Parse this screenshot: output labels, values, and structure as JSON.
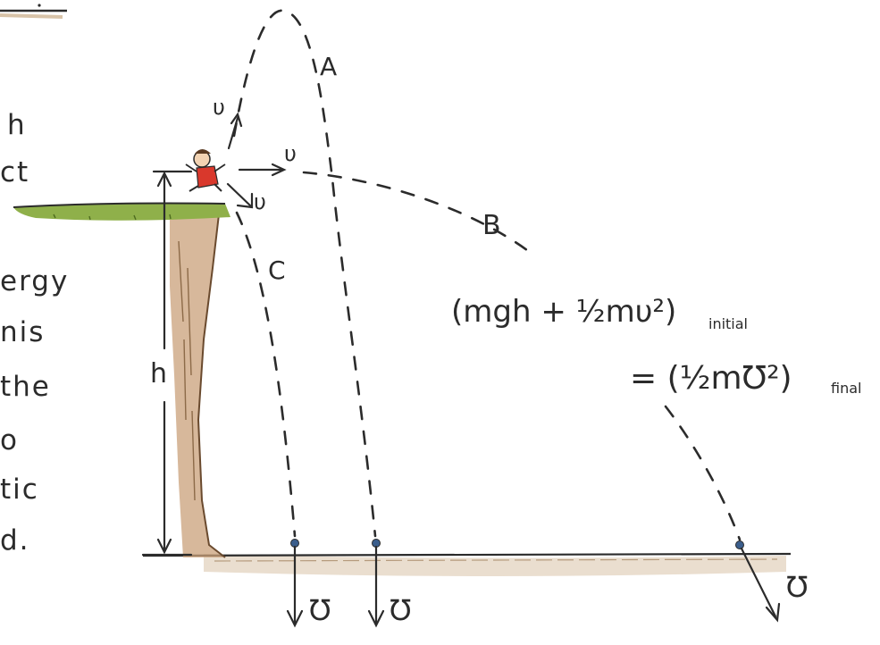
{
  "left_text_fragments": [
    "h",
    "ct",
    "ergy",
    "nis",
    "the",
    "o",
    "tic",
    "d."
  ],
  "height_label": "h",
  "path_labels": {
    "a": "A",
    "b": "B",
    "c": "C"
  },
  "velocity_symbol": "υ",
  "final_velocity_symbol": "Ʊ",
  "equation": {
    "lhs": "(mgh + ½mυ²)",
    "lhs_subscript": "initial",
    "rhs": "= (½mƱ²)",
    "rhs_subscript": "final"
  },
  "colors": {
    "ink": "#2b2b2b",
    "grass": "#8fb04a",
    "cliff": "#c9a07a",
    "ground": "#d8c3a8",
    "person_shirt": "#d9382c",
    "marker": "#3b5e8c"
  }
}
